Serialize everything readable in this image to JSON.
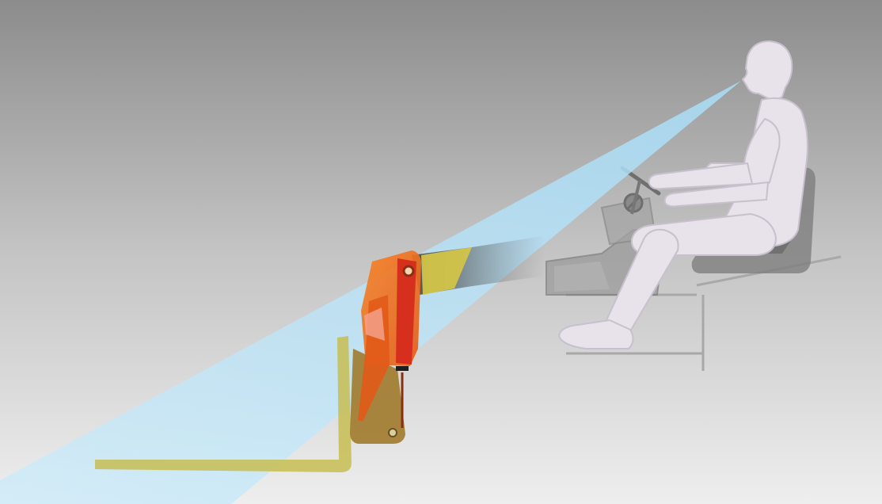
{
  "colors": {
    "background_top": "#8e8e8e",
    "background_bottom": "#ededed",
    "sight_cone": "#bfe6fb",
    "figure": "#e9e3ec",
    "figure_outline": "#c4bcc8",
    "mast_orange": "#f07a1e",
    "mast_red": "#d62b1e",
    "fork_olive": "#c7bd52",
    "carriage_brown": "#a07a2c",
    "cab_grey": "#8d8d8d"
  },
  "elements": [
    "operator-figure",
    "sight-cone",
    "steering-wheel",
    "operator-seat",
    "dashboard-console",
    "mast-assembly",
    "fork-carriage",
    "fork-tines",
    "overhead-guard-shadow"
  ]
}
